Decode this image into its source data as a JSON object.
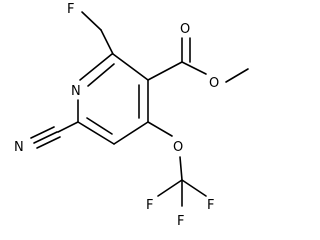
{
  "molecule": {
    "atoms": {
      "fluoromethyl_f": "F",
      "ring_nitrogen": "N",
      "nitrile_nitrogen": "N",
      "carbonyl_oxygen": "O",
      "ester_oxygen": "O",
      "ether_oxygen": "O",
      "cf3_f1": "F",
      "cf3_f2": "F",
      "cf3_f3": "F"
    },
    "colors": {
      "bond": "#000000",
      "label": "#000000",
      "background": "#ffffff"
    }
  }
}
